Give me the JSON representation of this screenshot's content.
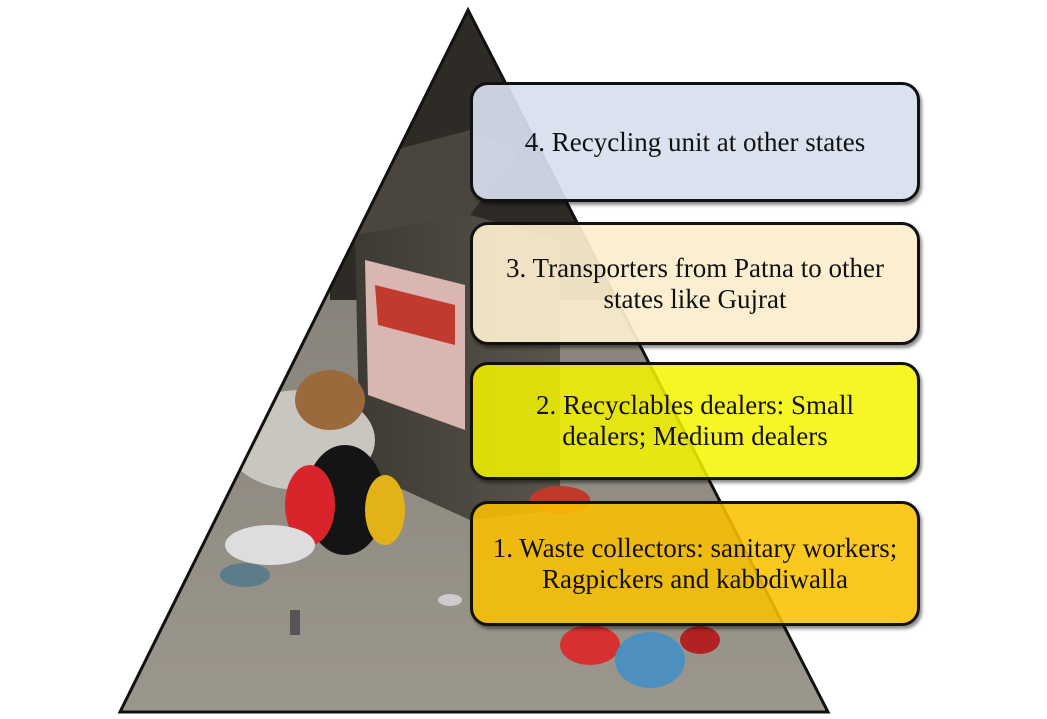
{
  "tiers": [
    {
      "level": 4,
      "label": "4. Recycling unit at other states",
      "color": "#d7deee"
    },
    {
      "level": 3,
      "label": "3. Transporters from Patna to other states like Gujrat",
      "color": "#fceecd"
    },
    {
      "level": 2,
      "label": "2. Recyclables dealers: Small dealers; Medium dealers",
      "color": "#f5f500"
    },
    {
      "level": 1,
      "label": "1. Waste collectors: sanitary workers; Ragpickers and kabbdiwalla",
      "color": "#fac000"
    }
  ]
}
